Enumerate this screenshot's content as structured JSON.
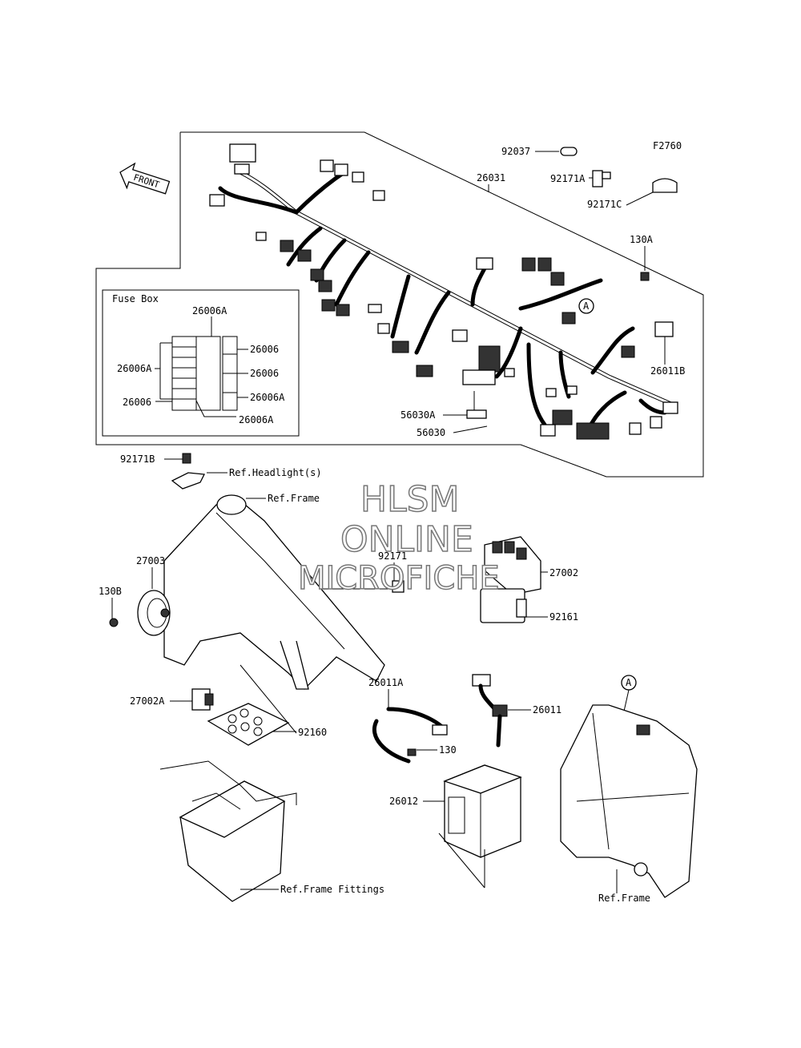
{
  "figure_code": "F2760",
  "front_label": "FRONT",
  "fuse_box": {
    "title": "Fuse Box",
    "labels": [
      "26006A",
      "26006A",
      "26006",
      "26006",
      "26006",
      "26006A",
      "26006A"
    ]
  },
  "parts": {
    "p92037": "92037",
    "p26031": "26031",
    "p92171A": "92171A",
    "p92171C": "92171C",
    "p130A": "130A",
    "p26011B": "26011B",
    "p56030A": "56030A",
    "p56030": "56030",
    "p92171B": "92171B",
    "p27003": "27003",
    "p130B": "130B",
    "p92171": "92171",
    "p27002": "27002",
    "p92161": "92161",
    "p27002A": "27002A",
    "p92160": "92160",
    "p26011A": "26011A",
    "p130": "130",
    "p26011": "26011",
    "p26012": "26012"
  },
  "refs": {
    "headlight": "Ref.Headlight(s)",
    "frame1": "Ref.Frame",
    "frame_fittings": "Ref.Frame Fittings",
    "frame2": "Ref.Frame"
  },
  "callout_marker": "A",
  "watermark": [
    "HLSM",
    "ONLINE",
    "MICROFICHE"
  ]
}
